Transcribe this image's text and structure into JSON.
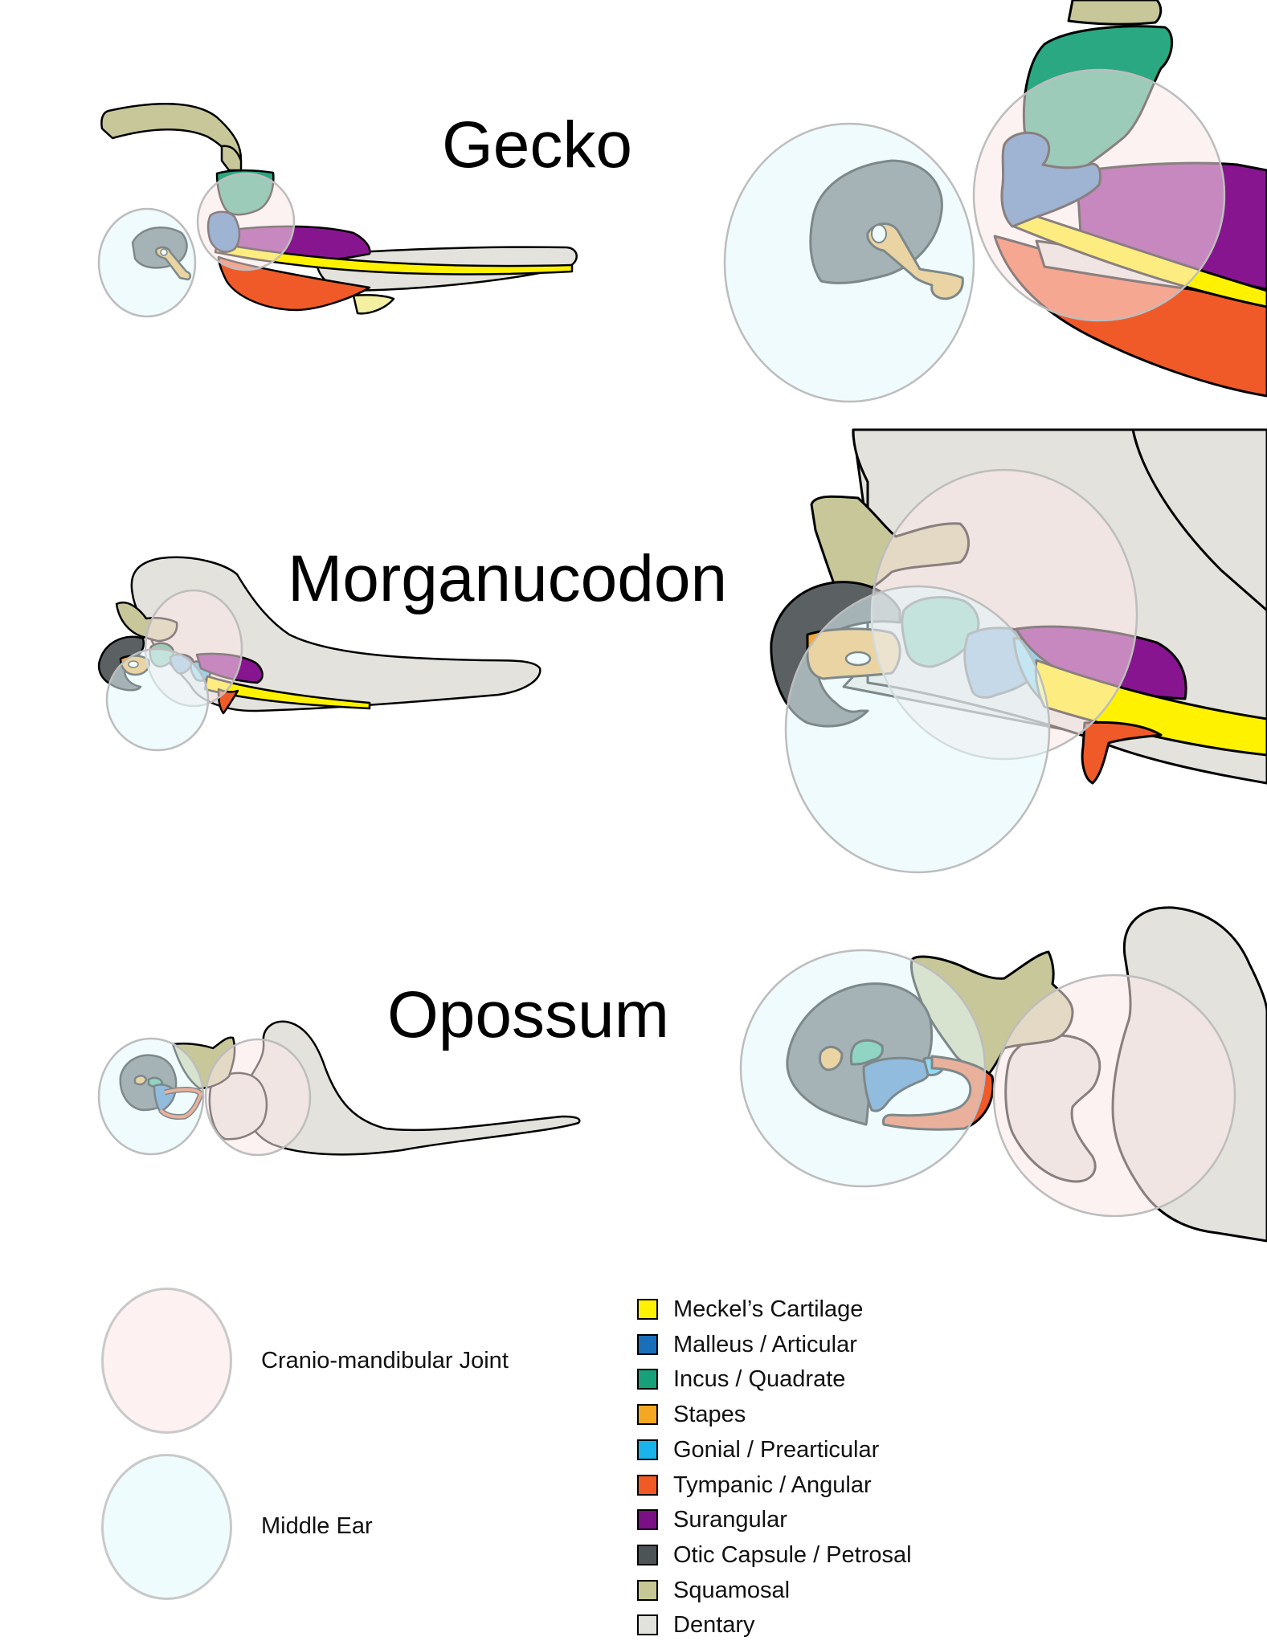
{
  "titles": {
    "gecko": "Gecko",
    "morganucodon": "Morganucodon",
    "opossum": "Opossum"
  },
  "region_legend": [
    {
      "label": "Cranio-mandibular Joint",
      "color": "#fdf1f1"
    },
    {
      "label": "Middle Ear",
      "color": "#effcfe"
    }
  ],
  "bone_legend": [
    {
      "label": "Meckel’s Cartilage",
      "color": "#fff200"
    },
    {
      "label": "Malleus / Articular",
      "color": "#1a6fba"
    },
    {
      "label": "Incus / Quadrate",
      "color": "#17a07a"
    },
    {
      "label": "Stapes",
      "color": "#f5a623"
    },
    {
      "label": "Gonial / Prearticular",
      "color": "#18b4ea"
    },
    {
      "label": "Tympanic / Angular",
      "color": "#f15a24"
    },
    {
      "label": "Surangular",
      "color": "#7b0f86"
    },
    {
      "label": "Otic Capsule / Petrosal",
      "color": "#4d5456"
    },
    {
      "label": "Squamosal",
      "color": "#c6c795"
    },
    {
      "label": "Dentary",
      "color": "#e2e2dc"
    }
  ],
  "colors": {
    "meckel": "#fff200",
    "malleus": "#2f74b8",
    "incus": "#2aa882",
    "stapes": "#f2a93b",
    "gonial": "#2cb6e8",
    "tympanic": "#f05a28",
    "surangular": "#86158f",
    "otic": "#5b6163",
    "squamosal": "#c8c79a",
    "dentary": "#e3e2dc",
    "joint_region": "#fbe8e8",
    "ear_region": "#e4f8fc"
  }
}
